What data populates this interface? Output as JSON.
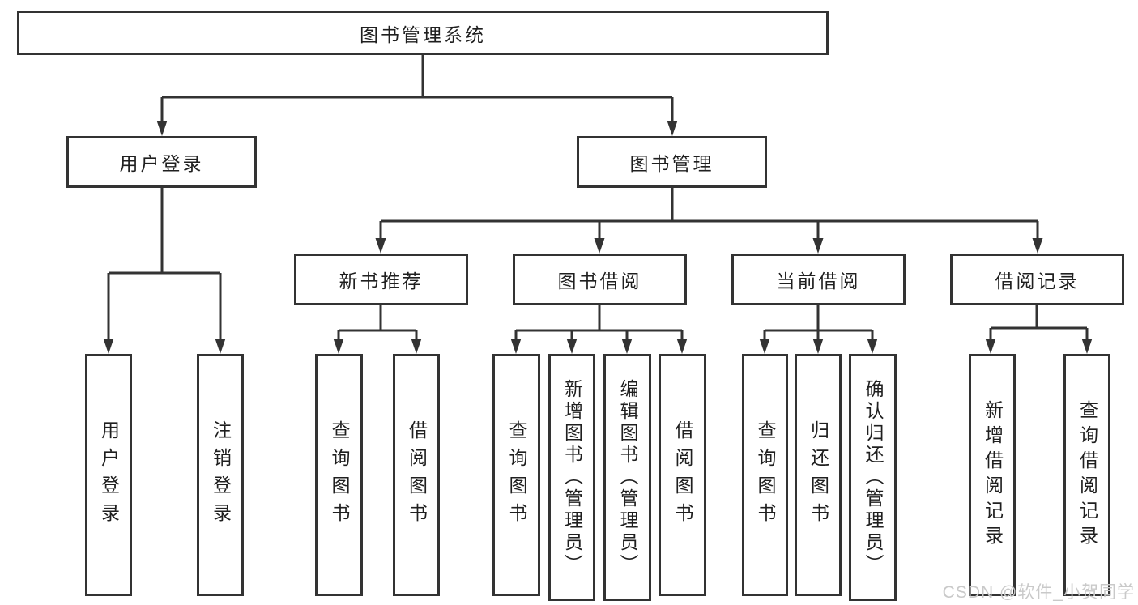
{
  "diagram": {
    "title": "图书管理系统",
    "root": {
      "label": "图书管理系统"
    },
    "modules": [
      {
        "label": "用户登录",
        "children": [
          {
            "label": "用户登录"
          },
          {
            "label": "注销登录"
          }
        ]
      },
      {
        "label": "图书管理",
        "submodules": [
          {
            "label": "新书推荐",
            "children": [
              {
                "label": "查询图书"
              },
              {
                "label": "借阅图书"
              }
            ]
          },
          {
            "label": "图书借阅",
            "children": [
              {
                "label": "查询图书"
              },
              {
                "label": "新增图书（管理员）"
              },
              {
                "label": "编辑图书（管理员）"
              },
              {
                "label": "借阅图书"
              }
            ]
          },
          {
            "label": "当前借阅",
            "children": [
              {
                "label": "查询图书"
              },
              {
                "label": "归还图书"
              },
              {
                "label": "确认归还（管理员）"
              }
            ]
          },
          {
            "label": "借阅记录",
            "children": [
              {
                "label": "新增借阅记录"
              },
              {
                "label": "查询借阅记录"
              }
            ]
          }
        ]
      }
    ]
  },
  "watermark": "CSDN @软件_小贺同学",
  "colors": {
    "line": "#333333",
    "text": "#1f1f1f",
    "watermark": "#c9c9c9",
    "background": "#ffffff"
  }
}
